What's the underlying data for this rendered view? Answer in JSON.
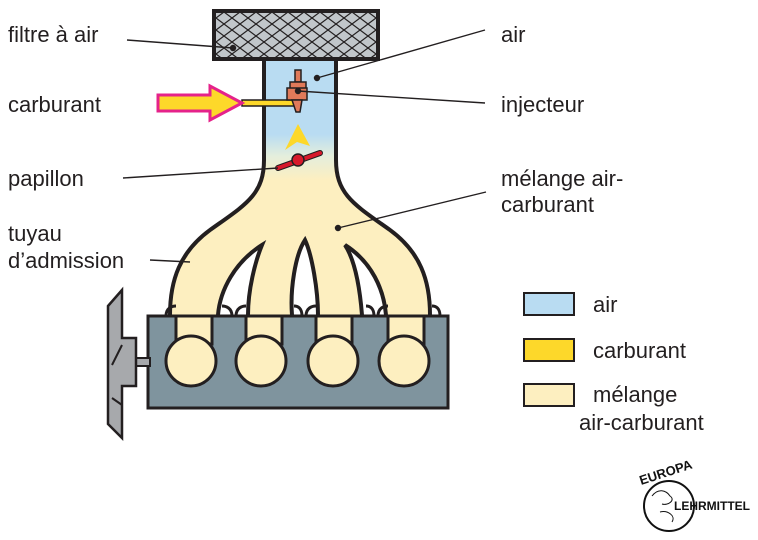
{
  "title": "Injection indirecte — schéma d'admission",
  "labels": {
    "filtre": "filtre à air",
    "carburant": "carburant",
    "papillon": "papillon",
    "tuyau_1": "tuyau",
    "tuyau_2": "d’admission",
    "air": "air",
    "injecteur": "injecteur",
    "melange_1": "mélange air-",
    "melange_2": "carburant"
  },
  "legend": [
    {
      "label": "air",
      "color": "#b9dcf2"
    },
    {
      "label": "carburant",
      "color": "#fdd82a"
    },
    {
      "label_1": "mélange",
      "label_2": "air-carburant",
      "color": "#fdefc0"
    }
  ],
  "colors": {
    "air": "#b9dcf2",
    "fuel": "#fdd82a",
    "mixture": "#fdefc0",
    "engine_block": "#7f949e",
    "filter": "#c1c6ca",
    "injector": "#e07a5a",
    "throttle": "#d7192b",
    "arrow_outline": "#e5228a"
  },
  "logo": {
    "top": "EUROPA",
    "right": "LEHRMITTEL"
  }
}
